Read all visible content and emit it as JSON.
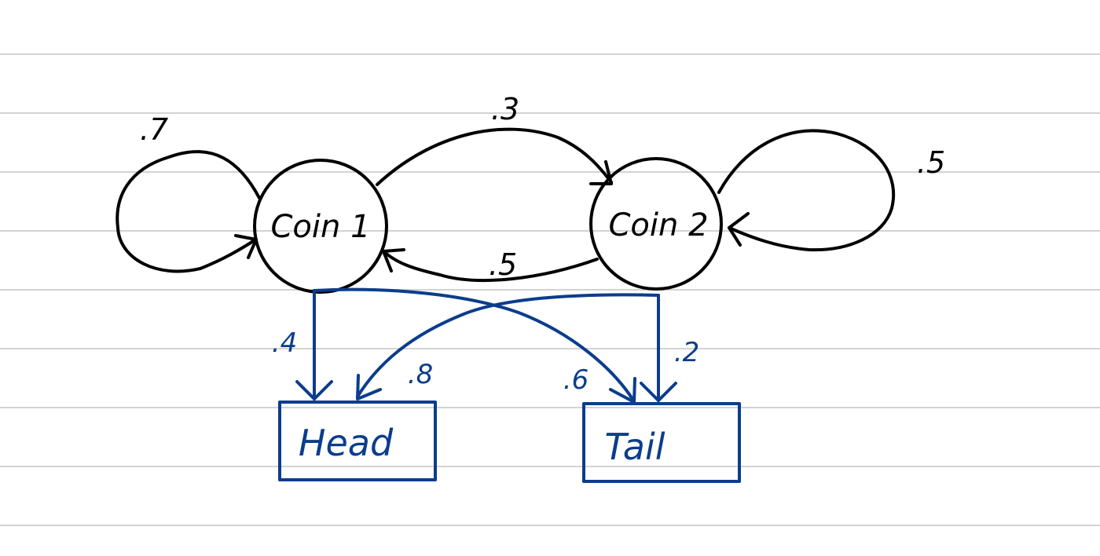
{
  "states": {
    "coin1": {
      "label": "Coin 1"
    },
    "coin2": {
      "label": "Coin 2"
    }
  },
  "observations": {
    "head": {
      "label": "Head"
    },
    "tail": {
      "label": "Tail"
    }
  },
  "transitions": {
    "coin1_to_coin1": ".7",
    "coin1_to_coin2": ".3",
    "coin2_to_coin1": ".5",
    "coin2_to_coin2": ".5"
  },
  "emissions": {
    "coin1_head": ".4",
    "coin1_tail": ".6",
    "coin2_head": ".8",
    "coin2_tail": ".2"
  },
  "colors": {
    "ink": "#000000",
    "emission_ink": "#0b3d8c",
    "ruled_lines": "#d3d3d3",
    "background": "#ffffff"
  }
}
